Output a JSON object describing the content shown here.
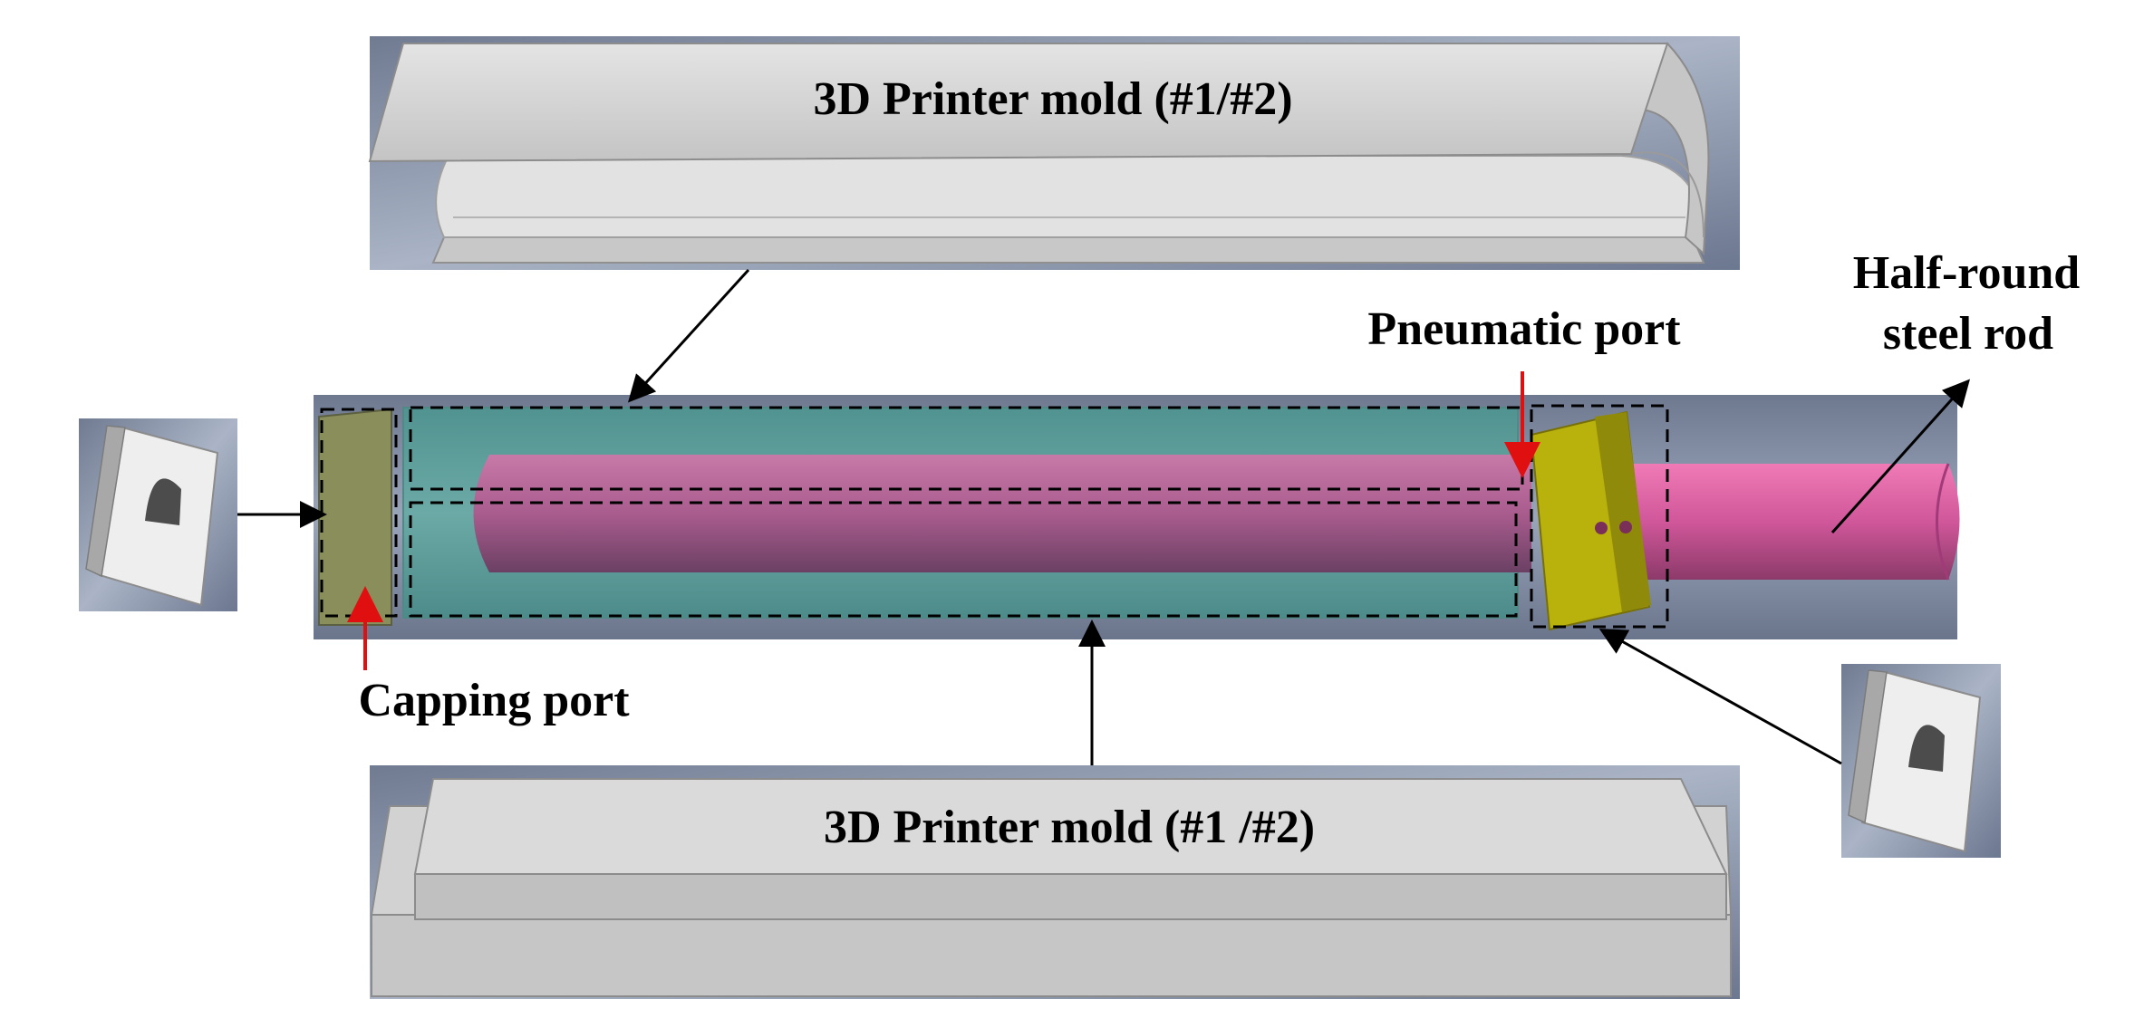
{
  "labels": {
    "top_mold": "3D Printer mold (#1/#2)",
    "bottom_mold": "3D Printer mold (#1 /#2)",
    "pneumatic_port": "Pneumatic port",
    "half_round_line1": "Half-round",
    "half_round_line2": "steel rod",
    "capping_port": "Capping port"
  },
  "colors": {
    "mold_face": "#d6d6d6",
    "mold_panel_bg": "#7f8aa0",
    "assembly_bg": "#8a95ab",
    "mold_cavity": "#5fa6a0",
    "rod": "#e05fa0",
    "cap_yellow": "#b8b010",
    "arrow_black": "#000000",
    "arrow_red": "#e01010",
    "dash_box": "#000000"
  }
}
